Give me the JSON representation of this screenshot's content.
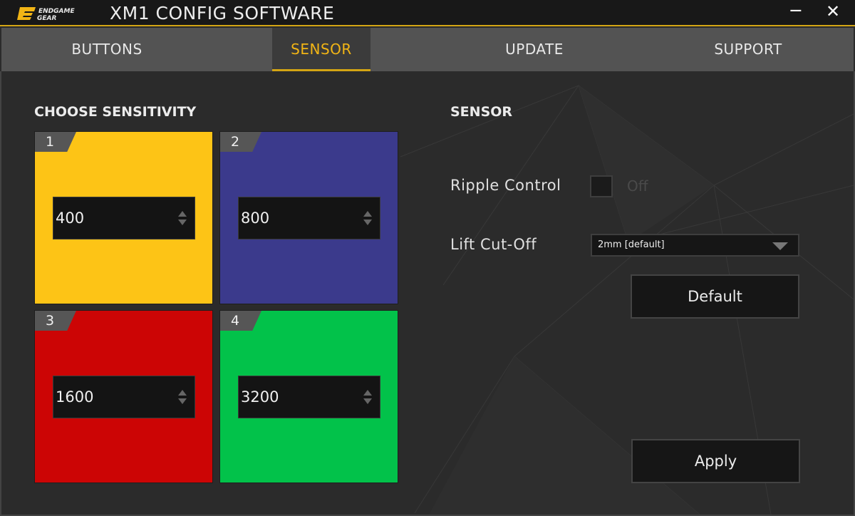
{
  "app": {
    "brand": "ENDGAME GEAR",
    "title": "XM1 CONFIG SOFTWARE",
    "minimize_icon": "minimize-icon",
    "close_icon": "close-icon",
    "accent": "#d4a514"
  },
  "tabs": [
    {
      "label": "BUTTONS"
    },
    {
      "label": "SENSOR",
      "active": true
    },
    {
      "label": "UPDATE"
    },
    {
      "label": "SUPPORT"
    }
  ],
  "sensitivity": {
    "heading": "CHOOSE SENSITIVITY",
    "levels": [
      {
        "num": "1",
        "dpi": "400",
        "color": "#fdc416"
      },
      {
        "num": "2",
        "dpi": "800",
        "color": "#3b3a8c"
      },
      {
        "num": "3",
        "dpi": "1600",
        "color": "#cc0505"
      },
      {
        "num": "4",
        "dpi": "3200",
        "color": "#02c24a"
      }
    ]
  },
  "sensor": {
    "heading": "SENSOR",
    "ripple_label": "Ripple Control",
    "ripple_state": "Off",
    "lift_label": "Lift Cut-Off",
    "lift_value": "2mm [default]",
    "default_button": "Default",
    "apply_button": "Apply"
  }
}
